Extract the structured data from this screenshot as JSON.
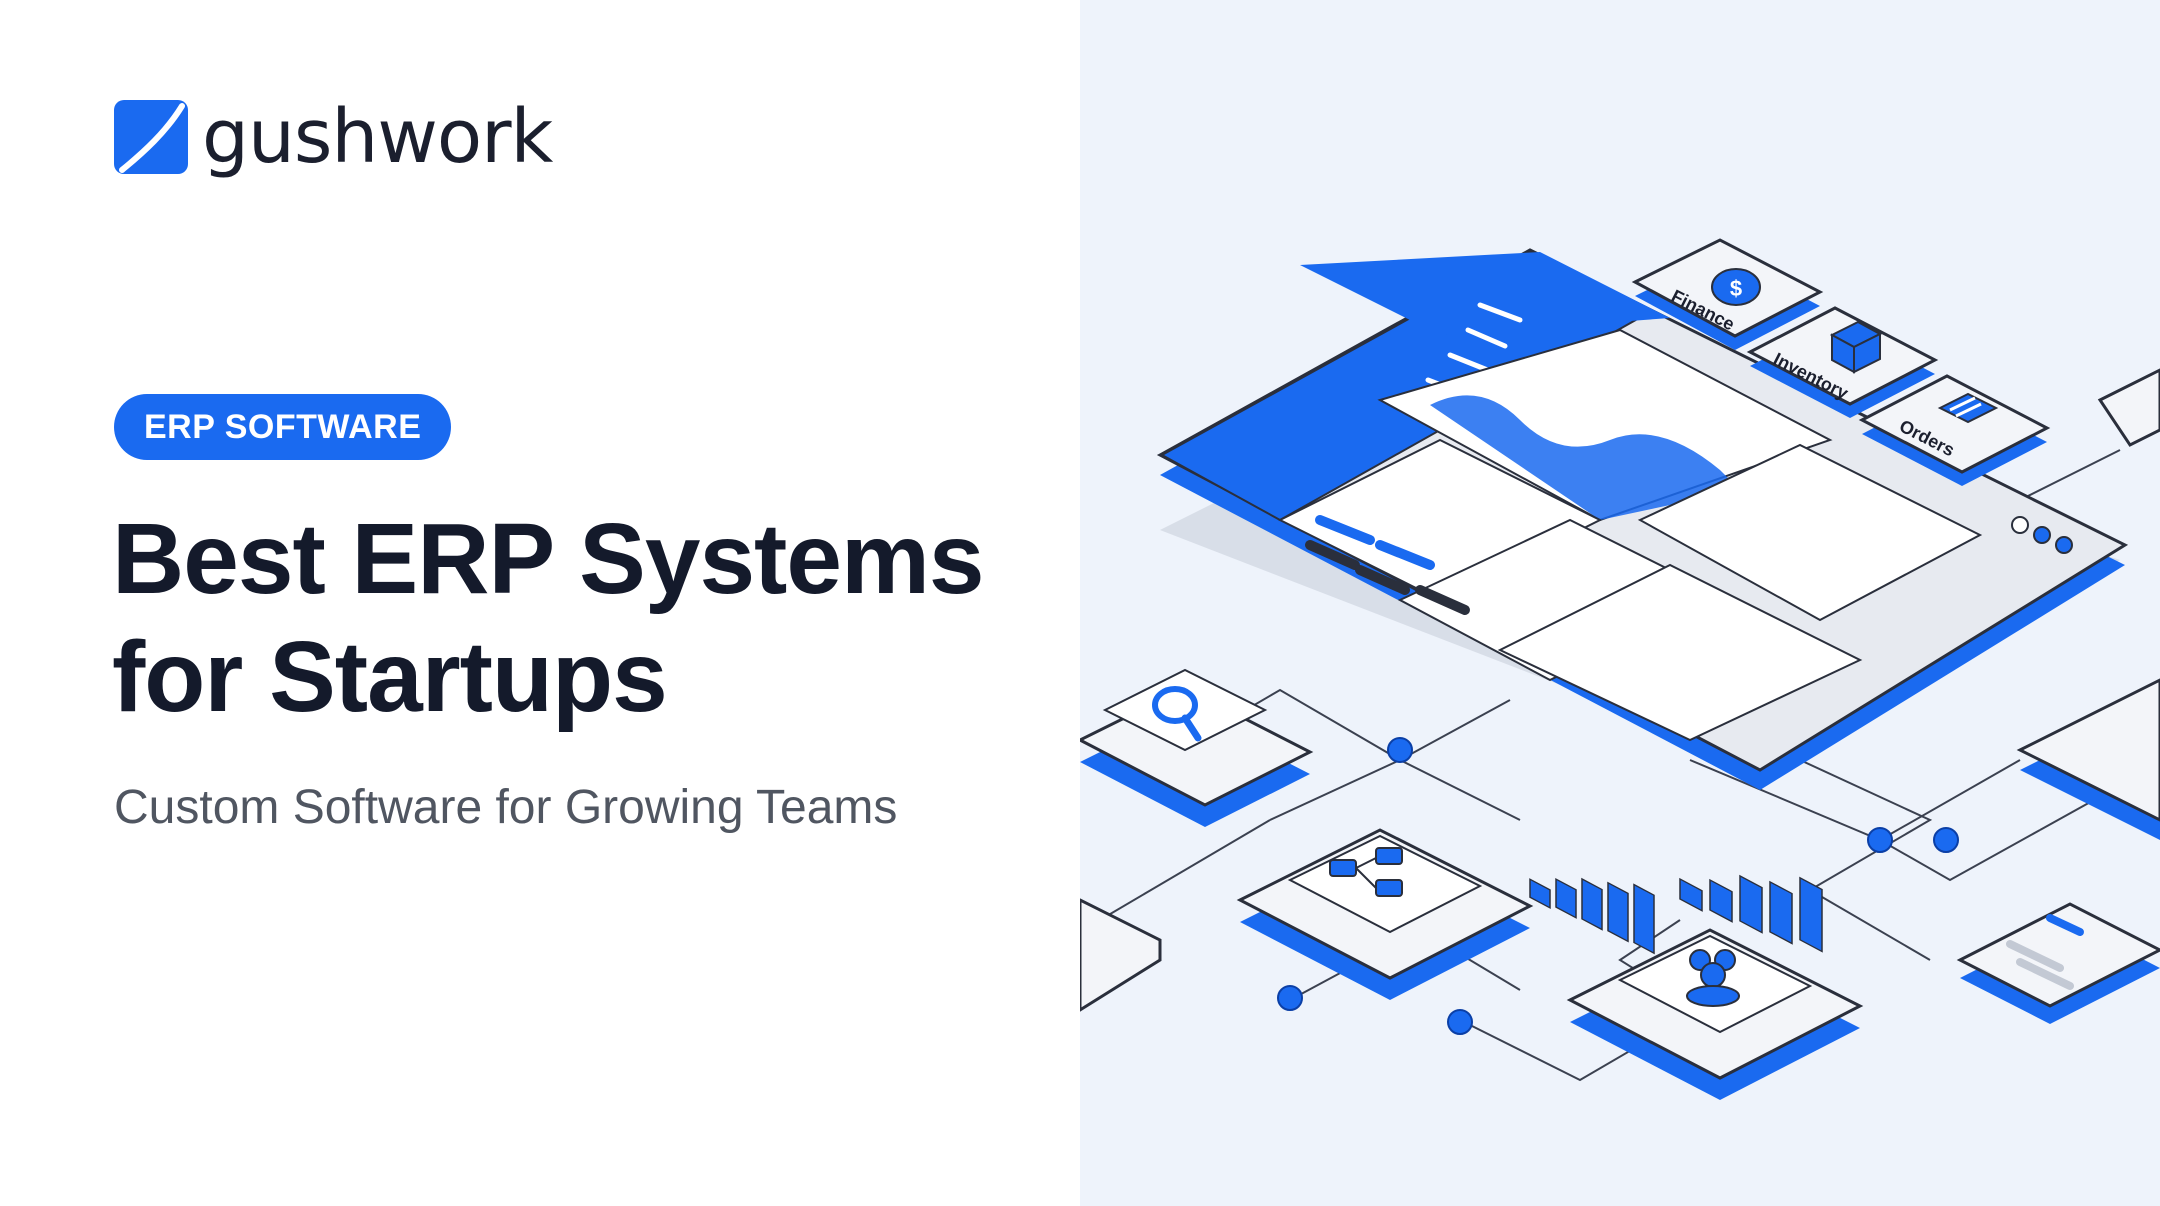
{
  "brand": {
    "name": "gushwork",
    "logo_icon": "gushwork-logo-icon"
  },
  "badge": {
    "label": "ERP SOFTWARE"
  },
  "headline": {
    "line1": "Best ERP Systems",
    "line2": "for Startups"
  },
  "subtitle": "Custom Software for Growing Teams",
  "modules": {
    "finance": "Finance",
    "inventory": "Inventory",
    "orders": "Orders"
  },
  "icons": [
    "dollar-icon",
    "box-icon",
    "clipboard-icon",
    "search-icon",
    "org-chart-icon",
    "team-icon"
  ],
  "colors": {
    "accent": "#1a6af0",
    "text_dark": "#141a2b",
    "text_muted": "#505661",
    "illustration_bg": "#eef3fb"
  }
}
